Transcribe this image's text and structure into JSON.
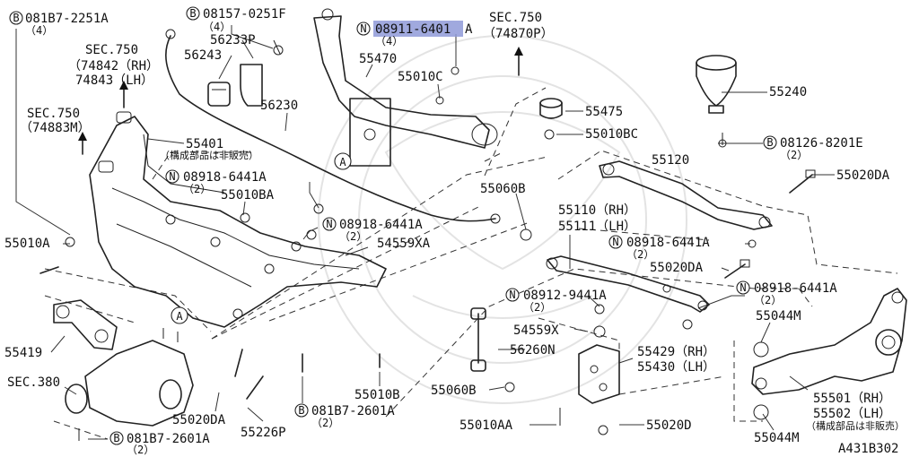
{
  "colors": {
    "highlight": "#8f9ad8",
    "ink": "#111111",
    "watermark": "#e3e3e3"
  },
  "diagram_id": "A431B302",
  "call_markers": {
    "a1": "A",
    "a2": "A"
  },
  "labels": {
    "b081b7_2251a": "081B7-2251A",
    "b081b7_2251a_qty": "（4）",
    "b08157_0251f": "08157-0251F",
    "b08157_0251f_qty": "（4）",
    "p56233p": "56233P",
    "p56243": "56243",
    "sec750_a": "SEC.750",
    "sec750_a_rh": "（74842（RH）",
    "sec750_a_lh": "74843（LH）",
    "sec750_b": "SEC.750",
    "sec750_b_ref": "（74883M）",
    "n08911_6401a_part": "08911-6401",
    "n08911_6401a_suffix": "A",
    "n08911_6401a_qty": "（4）",
    "sec750_c": "SEC.750",
    "sec750_c_ref": "（74870P）",
    "p55470": "55470",
    "p55010c": "55010C",
    "p56230": "56230",
    "p55240": "55240",
    "p55475": "55475",
    "p55010bc": "55010BC",
    "p55401": "55401",
    "p55401_note": "（構成部品は非販売）",
    "b08126_8201e": "08126-8201E",
    "b08126_8201e_qty": "（2）",
    "n08918_6441a_1": "08918-6441A",
    "n08918_6441a_1_qty": "（2）",
    "p55120": "55120",
    "p55020da_1": "55020DA",
    "p55010ba": "55010BA",
    "p55060b_1": "55060B",
    "p55110": "55110（RH）",
    "p55111": "55111（LH）",
    "n08918_6441a_2": "08918-6441A",
    "n08918_6441a_2_qty": "（2）",
    "p54559xa": "54559XA",
    "p55010a": "55010A",
    "n08918_6441a_3": "08918-6441A",
    "n08918_6441a_3_qty": "（2）",
    "p55020da_2": "55020DA",
    "n08912_9441a": "08912-9441A",
    "n08912_9441a_qty": "（2）",
    "n08918_6441a_4": "08918-6441A",
    "n08918_6441a_4_qty": "（2）",
    "p55419": "55419",
    "p54559x": "54559X",
    "p55044m_1": "55044M",
    "p56260n": "56260N",
    "p55429": "55429（RH）",
    "p55430": "55430（LH）",
    "sec380": "SEC.380",
    "p55060b_2": "55060B",
    "p55020da_3": "55020DA",
    "p55010b": "55010B",
    "p55501": "55501（RH）",
    "p55502": "55502（LH）",
    "p55502_note": "（構成部品は非販売）",
    "b081b7_2601a_1": "081B7-2601A",
    "b081b7_2601a_1_qty": "（2）",
    "p55226p": "55226P",
    "p55010aa": "55010AA",
    "p55020d": "55020D",
    "b081b7_2601a_2": "081B7-2601A",
    "b081b7_2601a_2_qty": "（2）",
    "p55044m_2": "55044M"
  }
}
